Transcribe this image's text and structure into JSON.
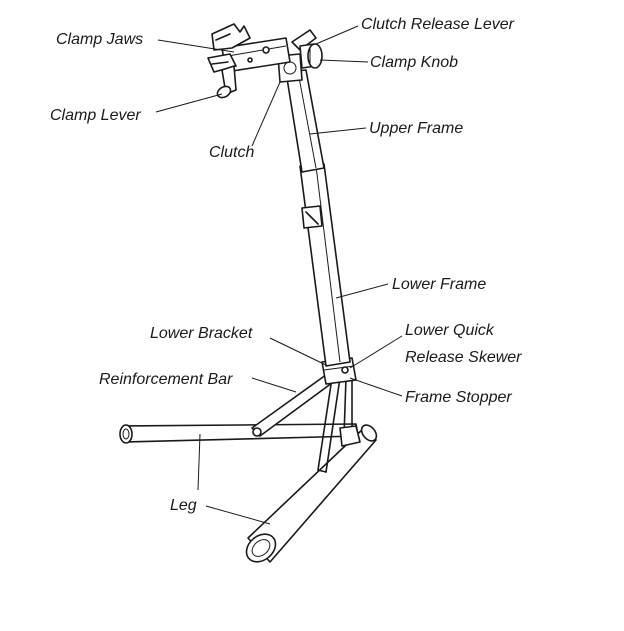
{
  "labels": {
    "clamp_jaws": "Clamp Jaws",
    "clutch_release_lever": "Clutch Release Lever",
    "clamp_knob": "Clamp Knob",
    "clamp_lever": "Clamp Lever",
    "clutch": "Clutch",
    "upper_frame": "Upper Frame",
    "lower_frame": "Lower Frame",
    "lower_bracket": "Lower Bracket",
    "lower_quick_1": "Lower Quick",
    "lower_quick_2": "Release Skewer",
    "reinforcement_bar": "Reinforcement Bar",
    "frame_stopper": "Frame Stopper",
    "leg": "Leg"
  },
  "colors": {
    "ink": "#1a1a1a",
    "background": "#ffffff"
  }
}
